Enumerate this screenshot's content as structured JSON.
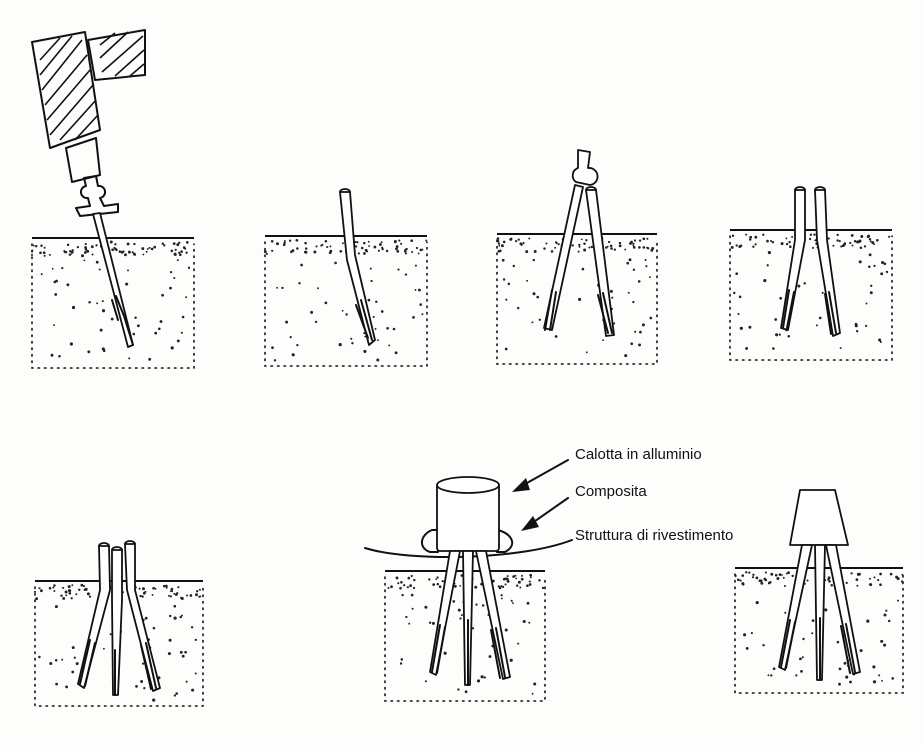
{
  "labels": {
    "cap": "Calotta in alluminio",
    "composite": "Composita",
    "structure": "Struttura di rivestimento"
  },
  "colors": {
    "ink": "#111111",
    "paper": "#fdfdfb"
  },
  "steps": [
    {
      "id": "step-1",
      "pins": 1,
      "tool": "hammer"
    },
    {
      "id": "step-2",
      "pins": 1,
      "tool": "none"
    },
    {
      "id": "step-3",
      "pins": 2,
      "tool": "guide"
    },
    {
      "id": "step-4",
      "pins": 2,
      "tool": "none"
    },
    {
      "id": "step-5",
      "pins": 3,
      "tool": "none"
    },
    {
      "id": "step-6",
      "pins": 3,
      "tool": "cap-on-structure"
    },
    {
      "id": "step-7",
      "pins": 3,
      "tool": "tapered-cap"
    }
  ]
}
